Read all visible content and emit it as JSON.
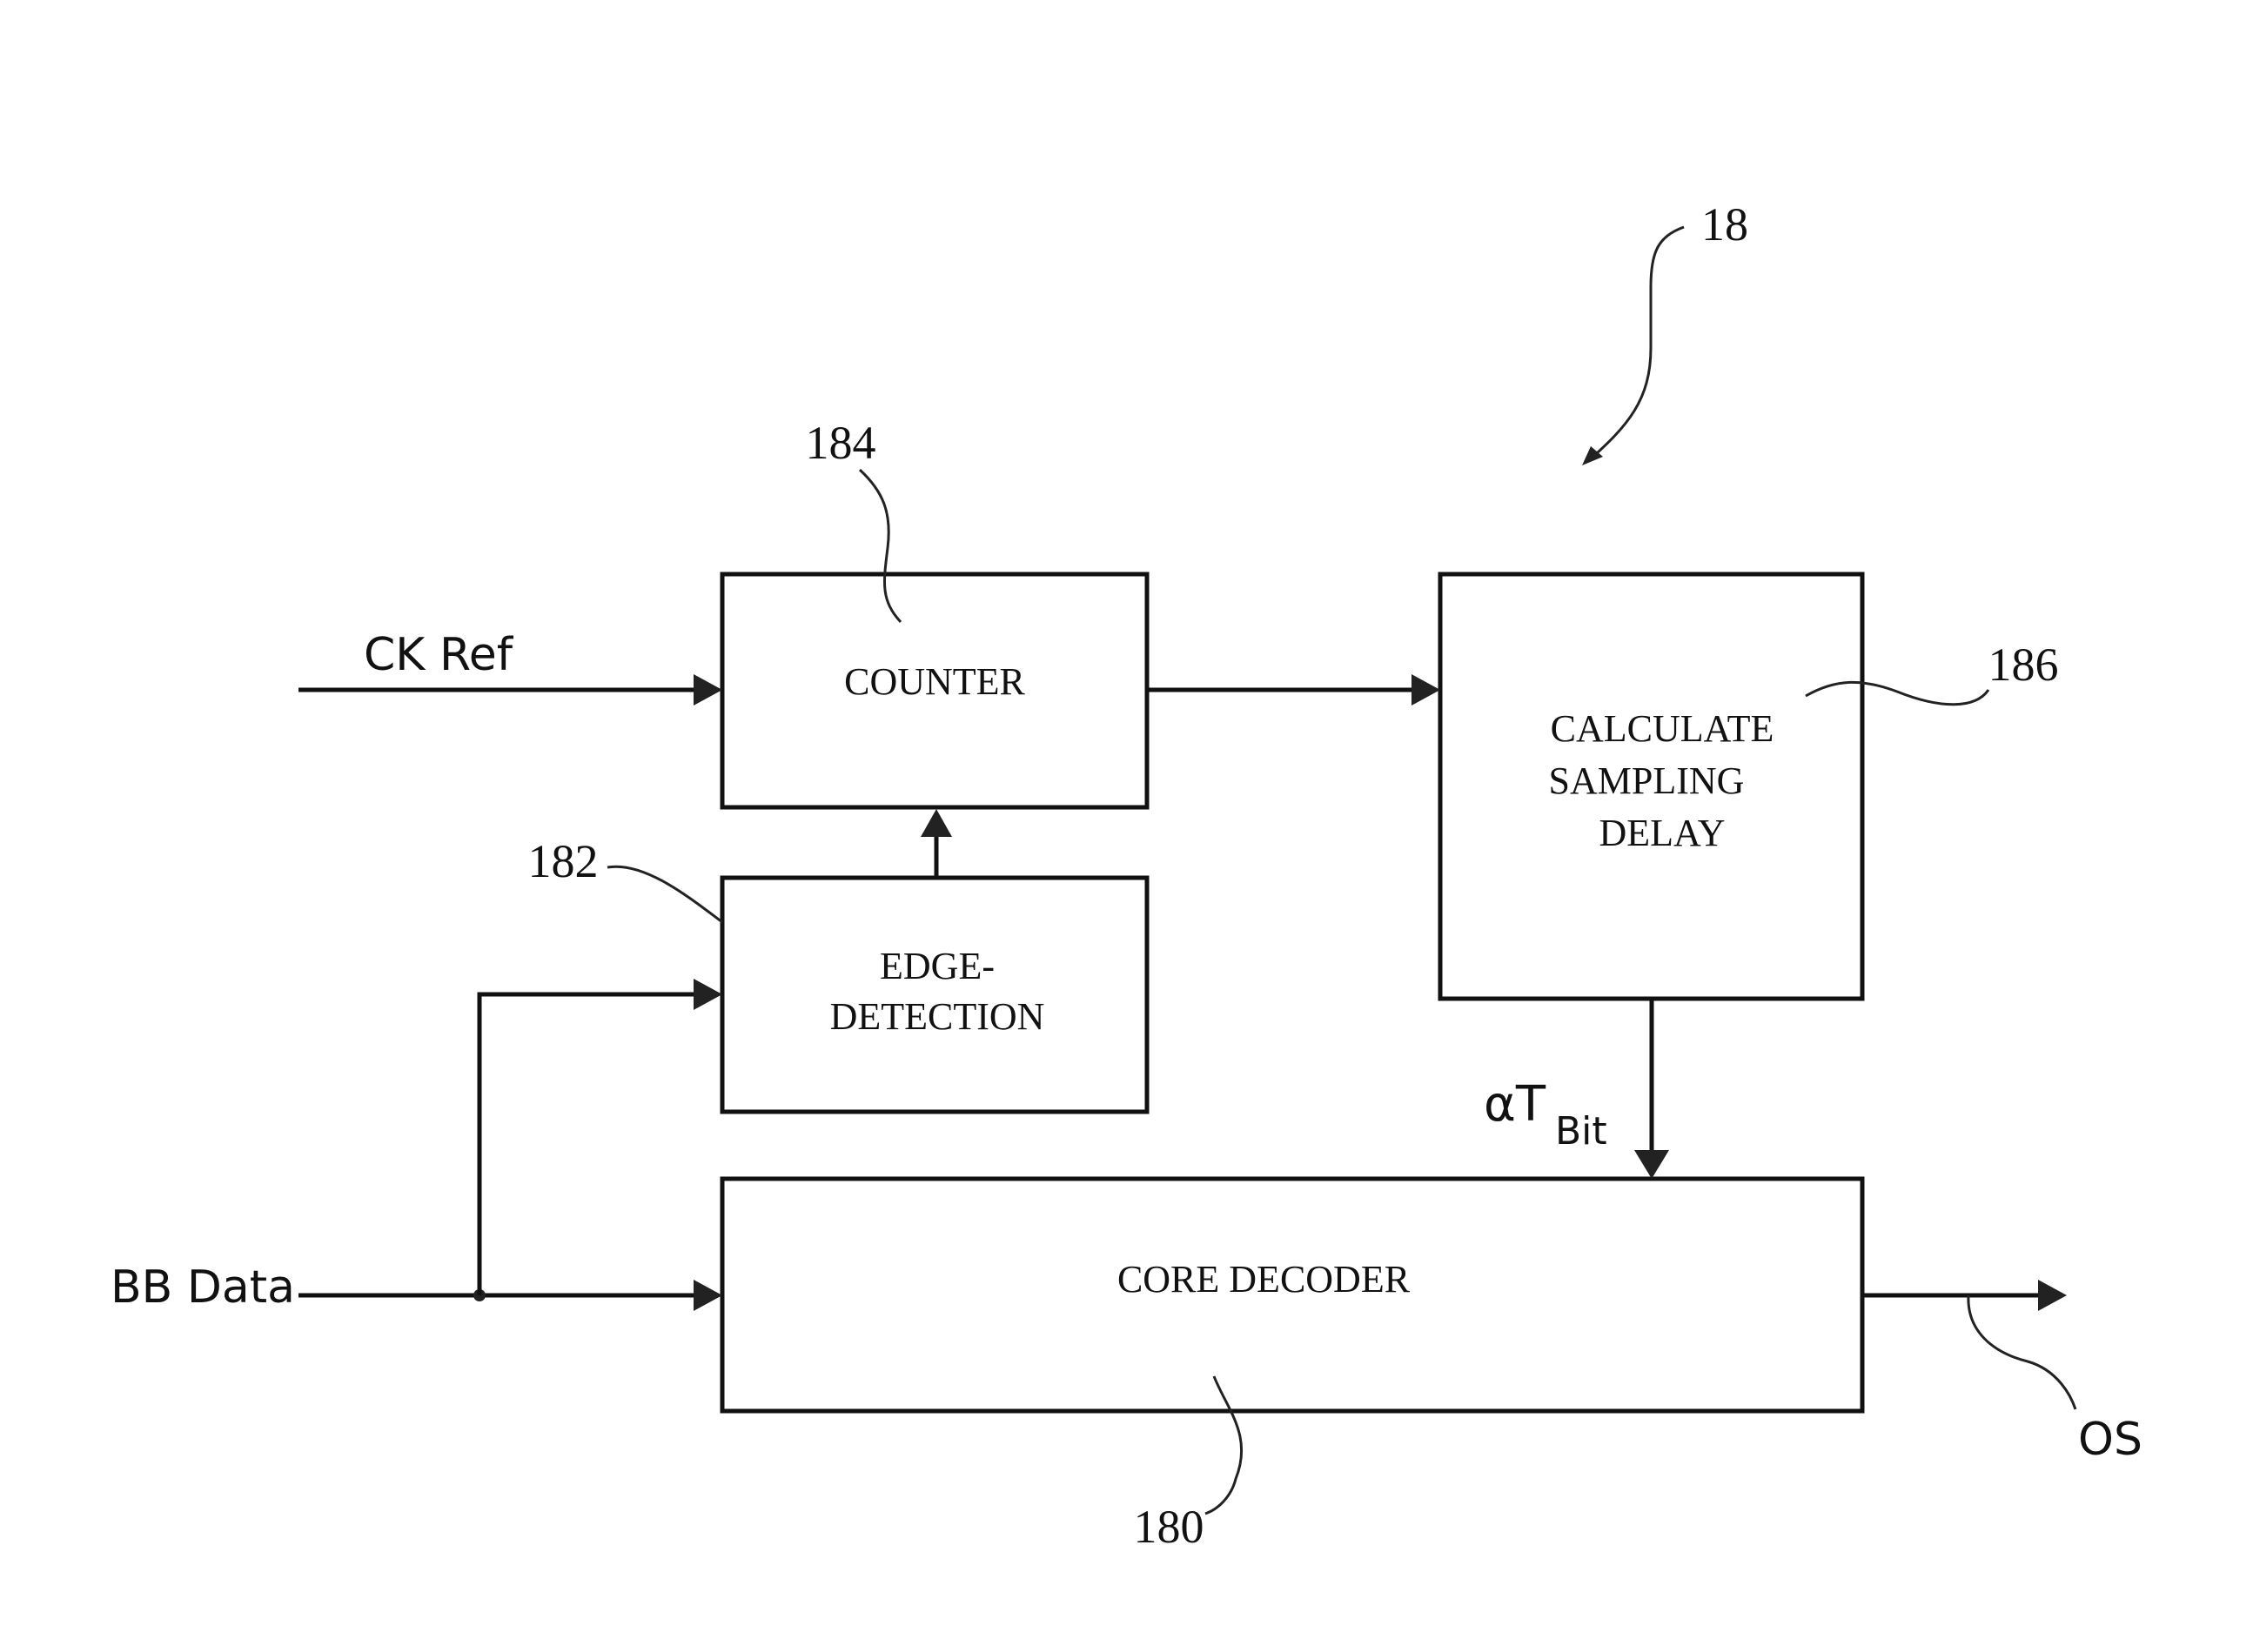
{
  "figure_ref": "18",
  "blocks": {
    "counter": {
      "label": "COUNTER",
      "ref": "184"
    },
    "edge_detection": {
      "line1": "EDGE-",
      "line2": "DETECTION",
      "ref": "182"
    },
    "calculate": {
      "line1": "CALCULATE",
      "line2": "SAMPLING",
      "line3": "DELAY",
      "ref": "186"
    },
    "core_decoder": {
      "label": "CORE DECODER",
      "ref": "180"
    }
  },
  "signals": {
    "ck_ref": "CK Ref",
    "bb_data": "BB Data",
    "alpha": "αT",
    "alpha_sub": "Bit",
    "output": "OS"
  }
}
